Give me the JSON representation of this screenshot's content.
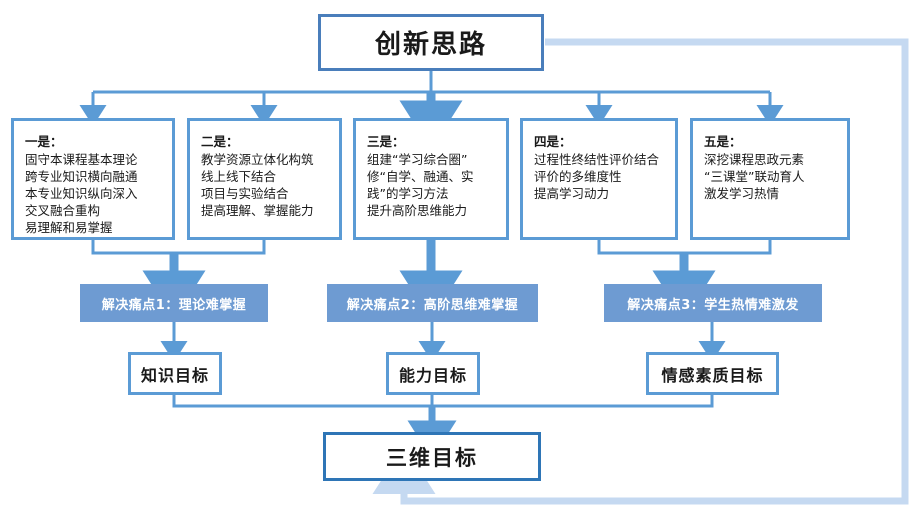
{
  "diagram": {
    "title": "创新思路",
    "ideas": [
      {
        "name": "idea-1",
        "heading": "一是：",
        "lines": [
          "固守本课程基本理论",
          "跨专业知识横向融通",
          "本专业知识纵向深入",
          "交叉融合重构",
          "易理解和易掌握"
        ]
      },
      {
        "name": "idea-2",
        "heading": "二是：",
        "lines": [
          "教学资源立体化构筑",
          "线上线下结合",
          "项目与实验结合",
          "提高理解、掌握能力"
        ]
      },
      {
        "name": "idea-3",
        "heading": "三是：",
        "lines": [
          "组建“学习综合圈”",
          "修“自学、融通、实",
          "践”的学习方法",
          "提升高阶思维能力"
        ]
      },
      {
        "name": "idea-4",
        "heading": "四是：",
        "lines": [
          "过程性终结性评价结合",
          "评价的多维度性",
          "提高学习动力"
        ]
      },
      {
        "name": "idea-5",
        "heading": "五是：",
        "lines": [
          "深挖课程思政元素",
          "“三课堂”联动育人",
          "激发学习热情"
        ]
      }
    ],
    "pain_points": [
      {
        "name": "pain-point-1",
        "label": "解决痛点1：理论难掌握"
      },
      {
        "name": "pain-point-2",
        "label": "解决痛点2：高阶思维难掌握"
      },
      {
        "name": "pain-point-3",
        "label": "解决痛点3：学生热情难激发"
      }
    ],
    "goals": [
      {
        "name": "goal-knowledge",
        "label": "知识目标"
      },
      {
        "name": "goal-ability",
        "label": "能力目标"
      },
      {
        "name": "goal-emotion-quality",
        "label": "情感素质目标"
      }
    ],
    "final": "三维目标",
    "colors": {
      "connector_blue": "#5b9bd5",
      "box_border": "#5b9bd5",
      "title_border": "#4a7ebb",
      "final_border": "#2e75b6",
      "pain_fill": "#6e9bd2",
      "feedback_loop": "#c5d9f1",
      "text": "#1a1a1a",
      "pain_text": "#ffffff",
      "background": "#ffffff"
    }
  }
}
